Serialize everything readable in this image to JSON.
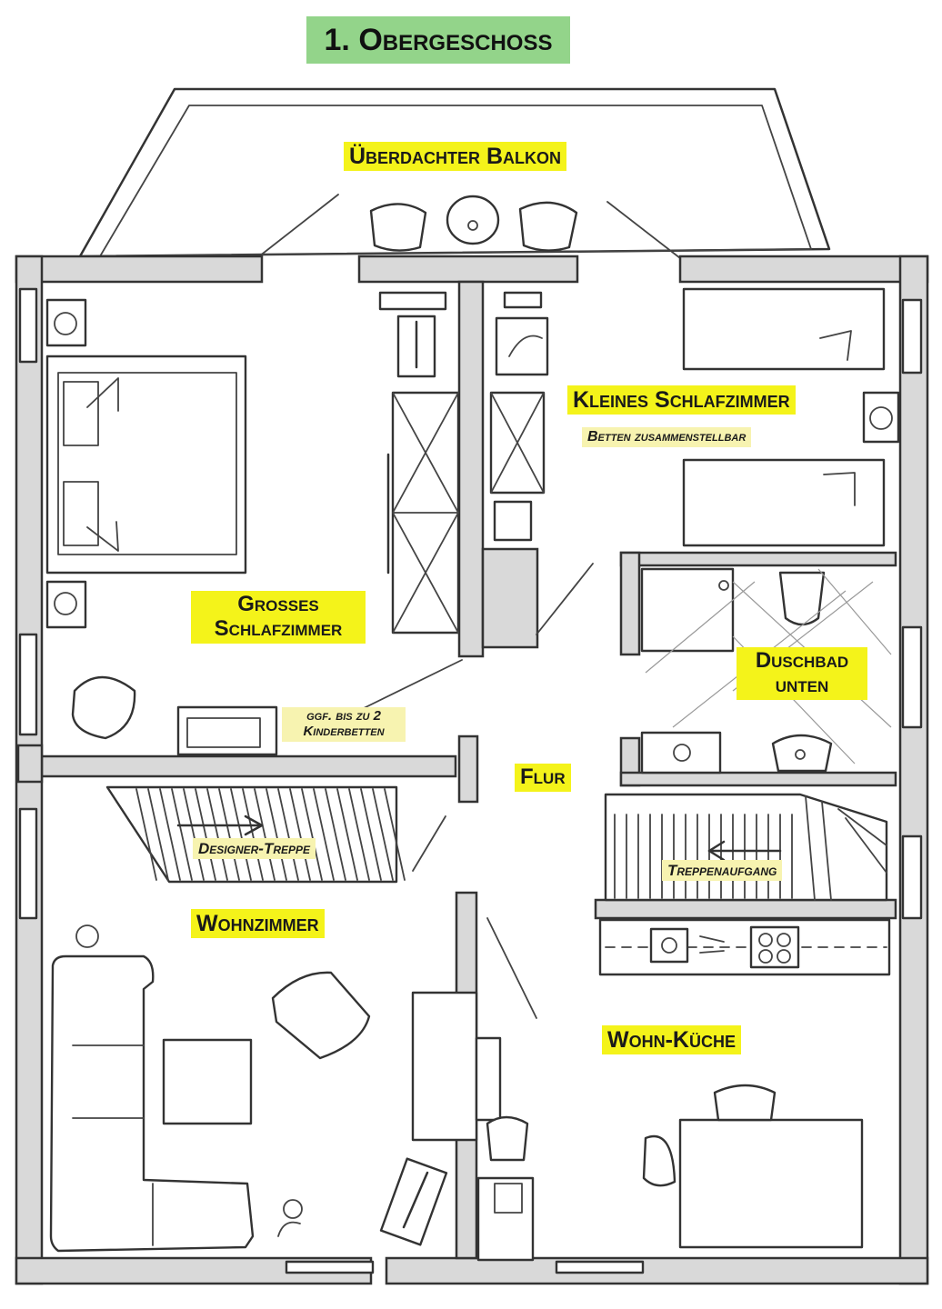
{
  "title": "1. Obergeschoss",
  "rooms": {
    "balcony": "Überdachter Balkon",
    "small_bedroom": "Kleines Schlafzimmer",
    "small_bedroom_note": "Betten zusammenstellbar",
    "large_bedroom_line1": "Großes",
    "large_bedroom_line2": "Schlafzimmer",
    "large_bedroom_note_line1": "ggf. bis zu 2",
    "large_bedroom_note_line2": "Kinderbetten",
    "shower_line1": "Duschbad",
    "shower_line2": "unten",
    "hall": "Flur",
    "stairs_designer": "Designer-Treppe",
    "stairs_up": "Treppenaufgang",
    "living_room": "Wohnzimmer",
    "kitchen": "Wohn-Küche"
  },
  "colors": {
    "label_bg": "#f4f31a",
    "title_bg": "#93d48a",
    "wall_fill": "#d9d9d9",
    "line": "#333333"
  }
}
